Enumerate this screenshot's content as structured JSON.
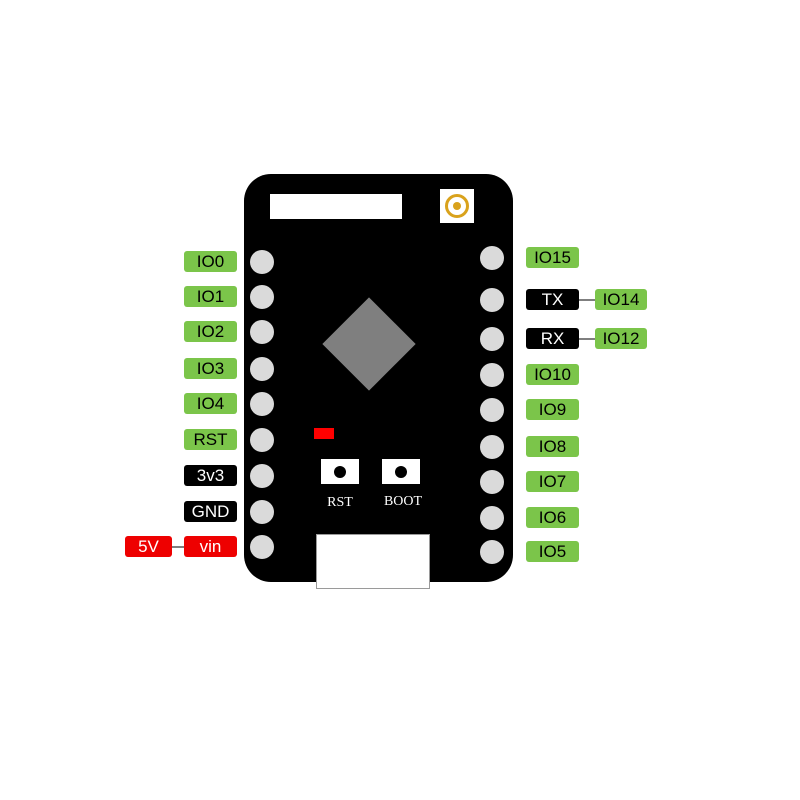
{
  "colors": {
    "board": "#000000",
    "pin": "#dadada",
    "gpio_label": "#7bc54a",
    "power_label": "#ee0000",
    "special_label": "#000000",
    "chip": "#7f7f7f",
    "antenna": "#d9a21c",
    "led": "#ff0000"
  },
  "left_pins": [
    {
      "label": "IO0",
      "kind": "gpio"
    },
    {
      "label": "IO1",
      "kind": "gpio"
    },
    {
      "label": "IO2",
      "kind": "gpio"
    },
    {
      "label": "IO3",
      "kind": "gpio"
    },
    {
      "label": "IO4",
      "kind": "gpio"
    },
    {
      "label": "RST",
      "kind": "gpio"
    },
    {
      "label": "3v3",
      "kind": "special"
    },
    {
      "label": "GND",
      "kind": "special"
    },
    {
      "label": "vin",
      "kind": "power",
      "alt": "5V"
    }
  ],
  "right_pins": [
    {
      "label": "IO15",
      "kind": "gpio"
    },
    {
      "label": "IO14",
      "kind": "gpio",
      "alt": "TX"
    },
    {
      "label": "IO12",
      "kind": "gpio",
      "alt": "RX"
    },
    {
      "label": "IO10",
      "kind": "gpio"
    },
    {
      "label": "IO9",
      "kind": "gpio"
    },
    {
      "label": "IO8",
      "kind": "gpio"
    },
    {
      "label": "IO7",
      "kind": "gpio"
    },
    {
      "label": "IO6",
      "kind": "gpio"
    },
    {
      "label": "IO5",
      "kind": "gpio"
    }
  ],
  "buttons": {
    "rst": "RST",
    "boot": "BOOT"
  }
}
